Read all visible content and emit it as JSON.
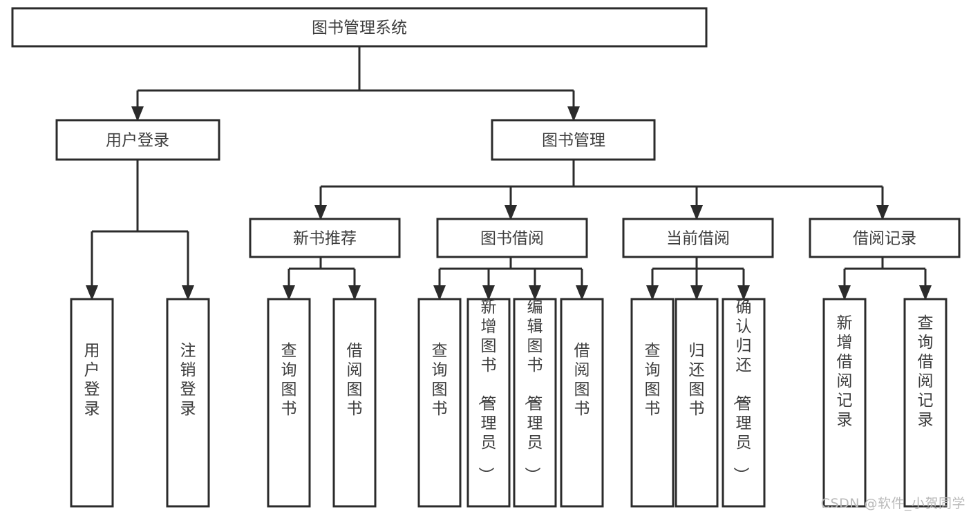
{
  "diagram": {
    "type": "hierarchy-tree",
    "title": "图书管理系统",
    "root": {
      "label": "图书管理系统",
      "orientation": "horizontal"
    },
    "level2": [
      {
        "label": "用户登录",
        "orientation": "horizontal"
      },
      {
        "label": "图书管理",
        "orientation": "horizontal"
      }
    ],
    "level3": [
      {
        "label": "新书推荐",
        "orientation": "horizontal",
        "parent": "图书管理"
      },
      {
        "label": "图书借阅",
        "orientation": "horizontal",
        "parent": "图书管理"
      },
      {
        "label": "当前借阅",
        "orientation": "horizontal",
        "parent": "图书管理"
      },
      {
        "label": "借阅记录",
        "orientation": "horizontal",
        "parent": "图书管理"
      }
    ],
    "leaves": {
      "user_login": [
        {
          "label": "用户登录",
          "orientation": "vertical"
        },
        {
          "label": "注销登录",
          "orientation": "vertical"
        }
      ],
      "new_book_recommend": [
        {
          "label": "查询图书",
          "orientation": "vertical"
        },
        {
          "label": "借阅图书",
          "orientation": "vertical"
        }
      ],
      "book_borrow": [
        {
          "label": "查询图书",
          "orientation": "vertical"
        },
        {
          "label": "新增图书（管理员）",
          "orientation": "vertical"
        },
        {
          "label": "编辑图书（管理员）",
          "orientation": "vertical"
        },
        {
          "label": "借阅图书",
          "orientation": "vertical"
        }
      ],
      "current_borrow": [
        {
          "label": "查询图书",
          "orientation": "vertical"
        },
        {
          "label": "归还图书",
          "orientation": "vertical"
        },
        {
          "label": "确认归还（管理员）",
          "orientation": "vertical"
        }
      ],
      "borrow_record": [
        {
          "label": "新增借阅记录",
          "orientation": "vertical"
        },
        {
          "label": "查询借阅记录",
          "orientation": "vertical"
        }
      ]
    }
  },
  "watermark": {
    "text": "CSDN @软件_小贺同学"
  },
  "colors": {
    "background": "#ffffff",
    "stroke": "#2b2b2b",
    "text": "#3d3d3d",
    "watermark": "#b9b9b9"
  }
}
